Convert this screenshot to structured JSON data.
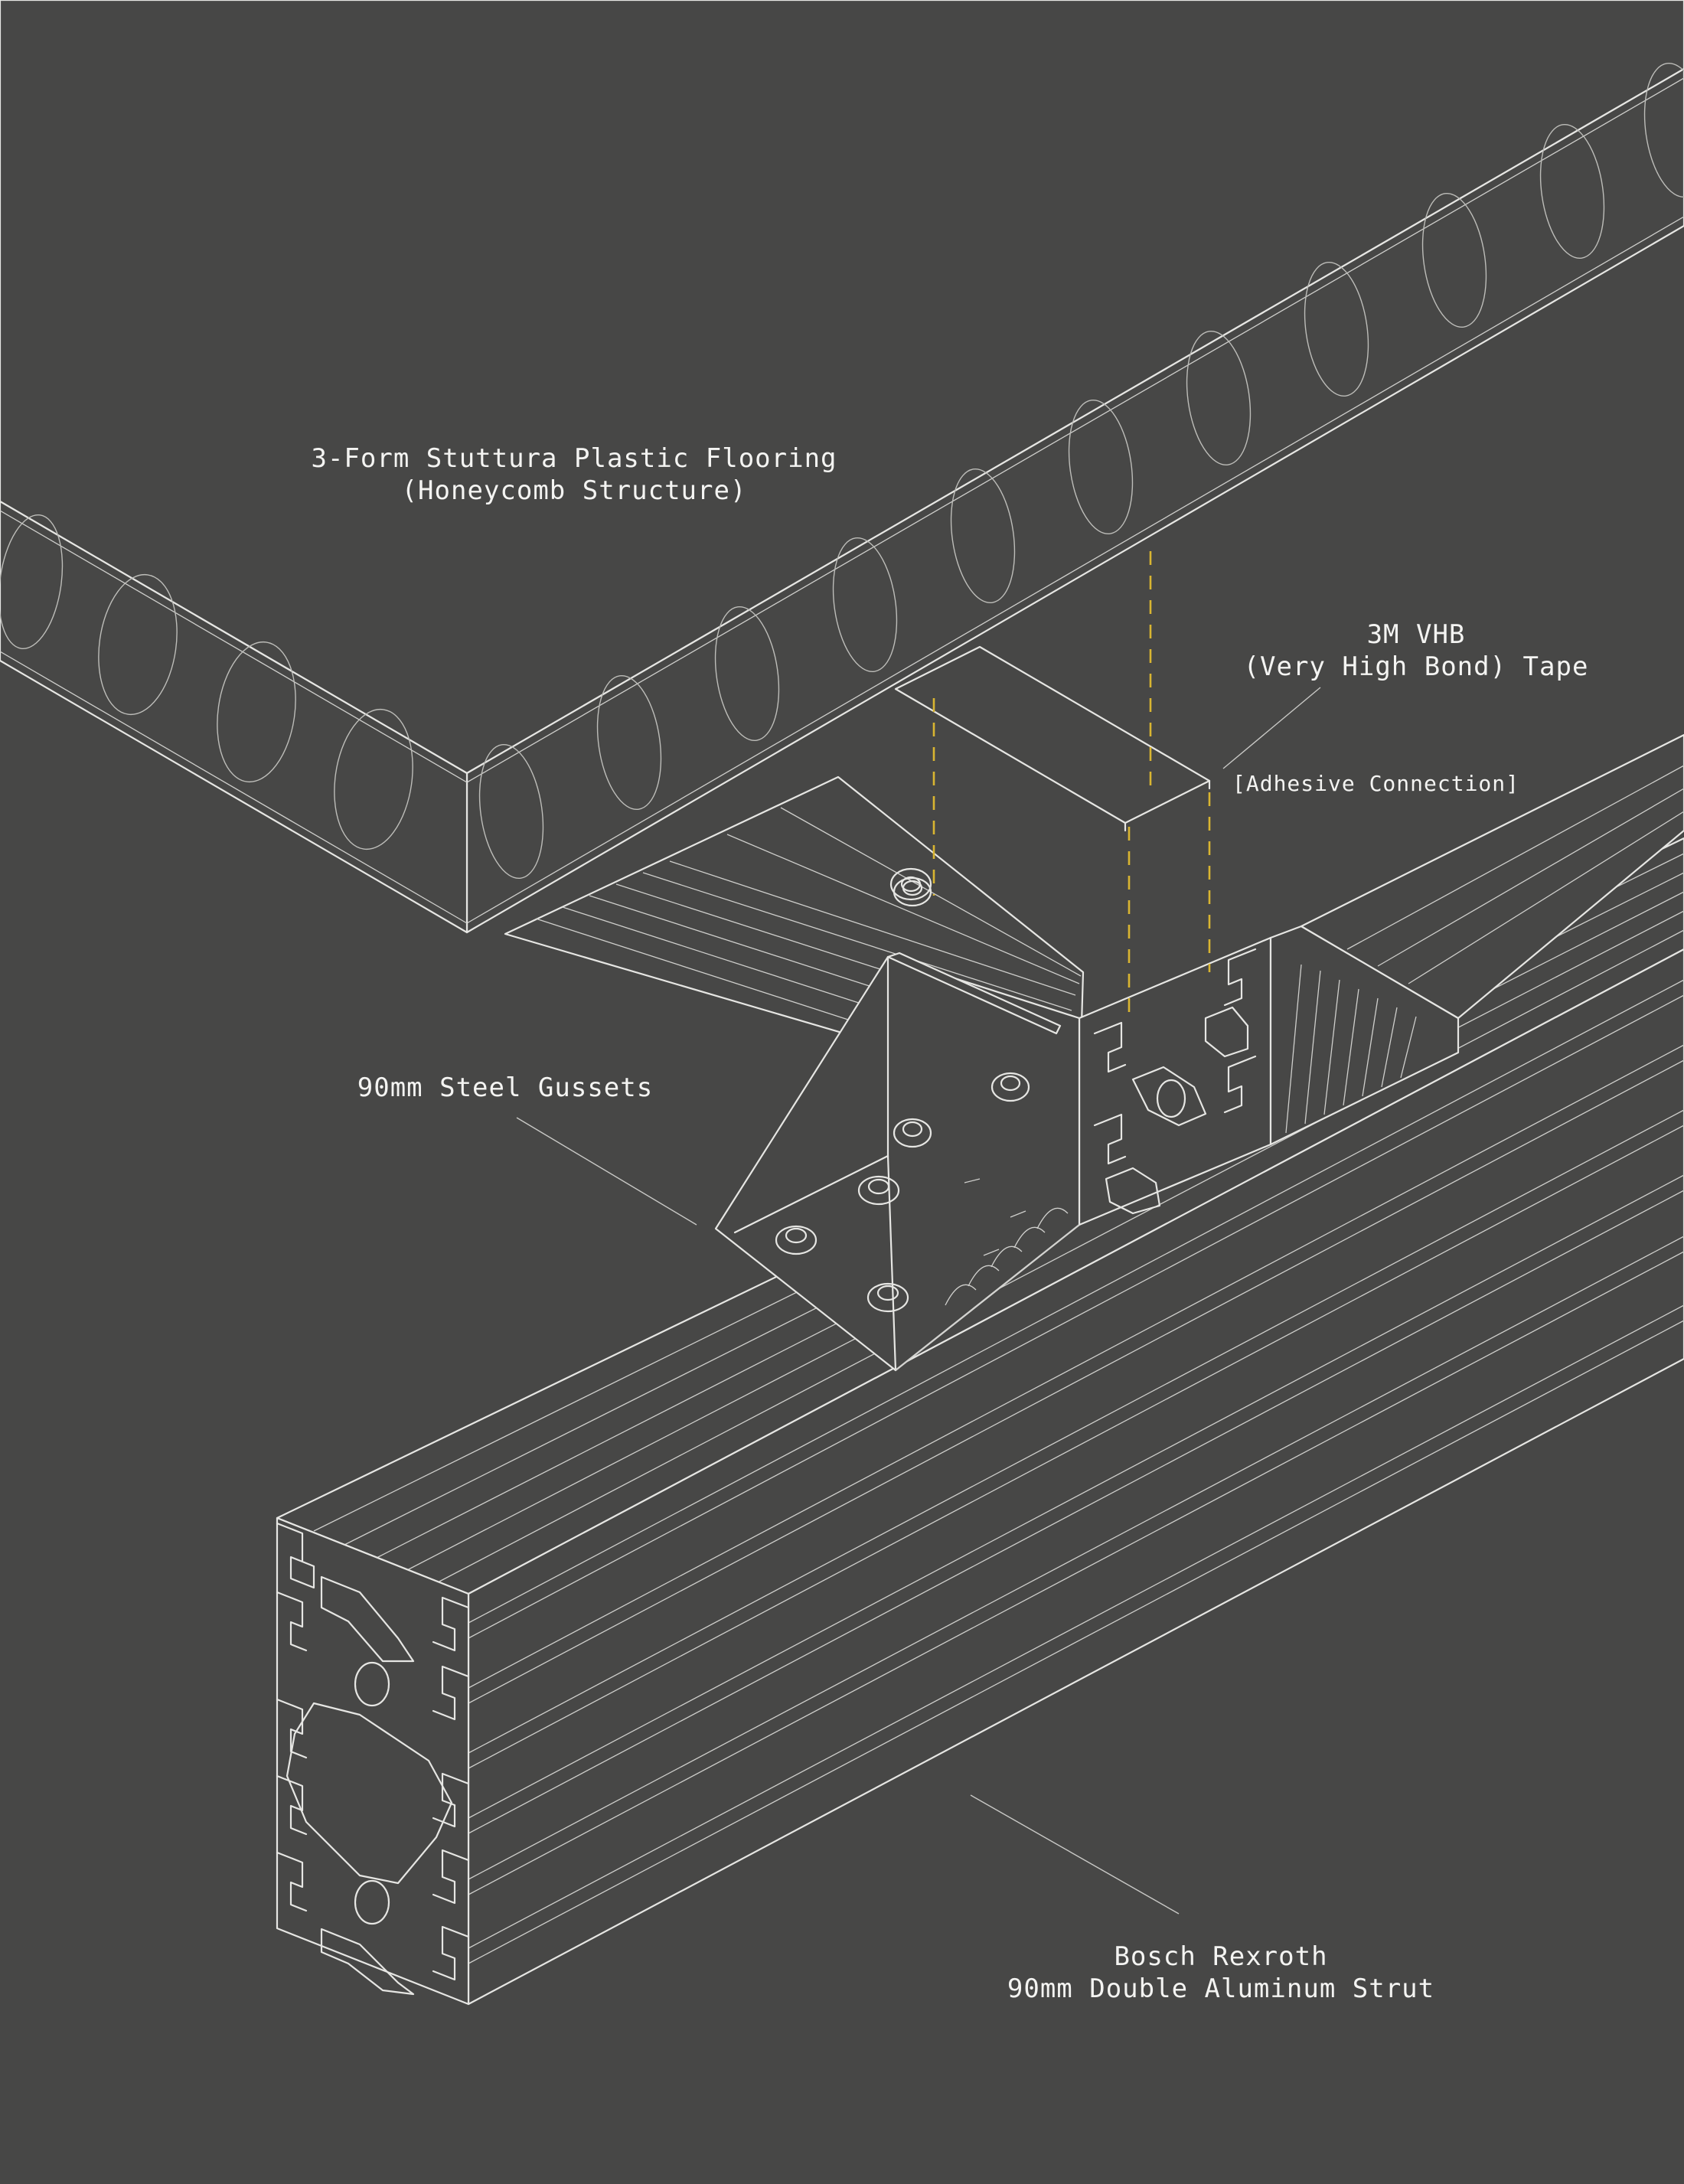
{
  "labels": {
    "flooring": [
      "3-Form Stuttura Plastic Flooring",
      "(Honeycomb Structure)"
    ],
    "vhb": [
      "3M VHB",
      "(Very High Bond) Tape"
    ],
    "adhesive": "[Adhesive Connection]",
    "gussets": "90mm Steel Gussets",
    "strut": [
      "Bosch Rexroth",
      "90mm Double Aluminum Strut"
    ]
  },
  "colors": {
    "background": "#474746",
    "linework": "#e6e6e3",
    "label_text": "#f4f4f2",
    "adhesive_dash": "#d9b531"
  }
}
